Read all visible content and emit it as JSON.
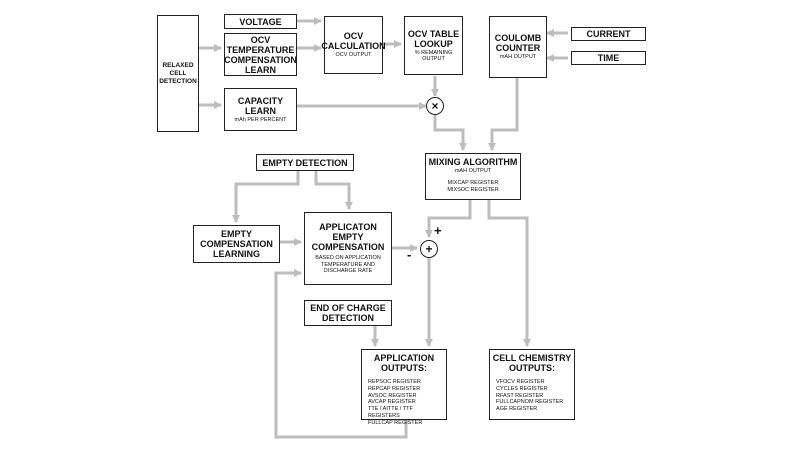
{
  "blocks": {
    "relaxed": {
      "title": "RELAXED CELL DETECTION"
    },
    "voltage": {
      "title": "VOLTAGE"
    },
    "ocv_temp": {
      "title": "OCV TEMPERATURE COMPENSATION LEARN"
    },
    "ocv_calc": {
      "title": "OCV CALCULATION",
      "subtitle": "OCV OUTPUT"
    },
    "ocv_table": {
      "title": "OCV TABLE LOOKUP",
      "subtitle": "% REMAINING OUTPUT"
    },
    "coulomb": {
      "title": "COULOMB COUNTER",
      "subtitle": "mAH OUTPUT"
    },
    "current": {
      "title": "CURRENT"
    },
    "time": {
      "title": "TIME"
    },
    "capacity": {
      "title": "CAPACITY LEARN",
      "subtitle": "mAh PER PERCENT"
    },
    "mixing": {
      "title": "MIXING ALGORITHM",
      "subtitle": "mAH OUTPUT",
      "lines": [
        "MIXCAP REGISTER",
        "MIXSOC REGISTER"
      ]
    },
    "empty_detect": {
      "title": "EMPTY DETECTION"
    },
    "empty_comp": {
      "title": "EMPTY COMPENSATION LEARNING"
    },
    "app_empty": {
      "title": "APPLICATON EMPTY COMPENSATION",
      "subtitle": "BASED ON APPLICATION TEMPERATURE AND DISCHARGE RATE"
    },
    "eoc": {
      "title": "END OF CHARGE DETECTION"
    },
    "app_out": {
      "title": "APPLICATION OUTPUTS:",
      "lines": [
        "REPSOC REGISTER",
        "REPCAP REGISTER",
        "AVSOC REGISTER",
        "AVCAP REGISTER",
        "TTE / AITTE / TTF REGISTERS",
        "FULLCAP REGISTER"
      ]
    },
    "cell_out": {
      "title": "CELL CHEMISTRY OUTPUTS:",
      "lines": [
        "VFOCV REGISTER",
        "CYCLES REGISTER",
        "RFAST REGISTER",
        "FULLCAPNOM REGISTER",
        "AGE REGISTER"
      ]
    }
  },
  "junctions": {
    "multiply": "×",
    "add": "+"
  },
  "signs": {
    "plus": "+",
    "minus": "-"
  },
  "colors": {
    "arrow": "#bdbdbd",
    "border": "#222222",
    "background": "#ffffff"
  }
}
